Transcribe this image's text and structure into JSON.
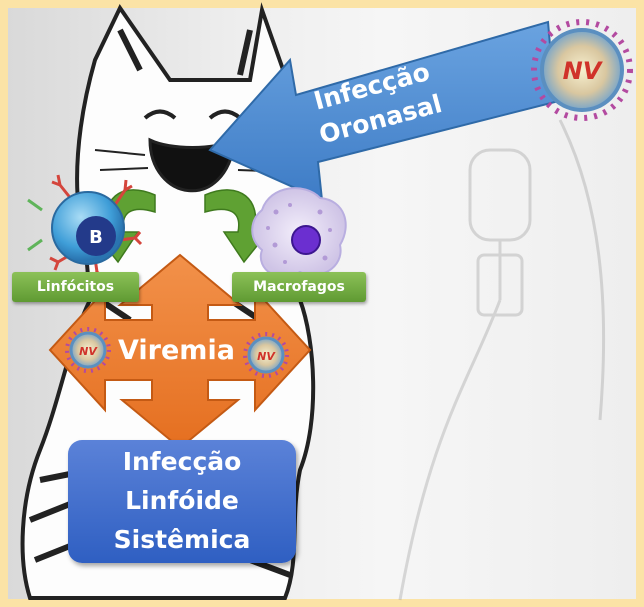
{
  "diagram": {
    "oronasal_arrow": {
      "lines": [
        "Infecção",
        "Oronasal"
      ]
    },
    "lymphocytes": {
      "label": "Linfócitos",
      "cell_letter": "B"
    },
    "macrophages": {
      "label": "Macrofagos"
    },
    "viremia": {
      "label": "Viremia"
    },
    "systemic": {
      "lines": [
        "Infecção",
        "Linfóide",
        "Sistêmica"
      ]
    },
    "virus_glyph": "NV"
  },
  "colors": {
    "frame": "#fbe3a6",
    "blue_arrow": "#4f8fd4",
    "green_box": "#6ea83c",
    "orange_arrow": "#ed7d31",
    "systemic_box": "#3a66c8"
  }
}
